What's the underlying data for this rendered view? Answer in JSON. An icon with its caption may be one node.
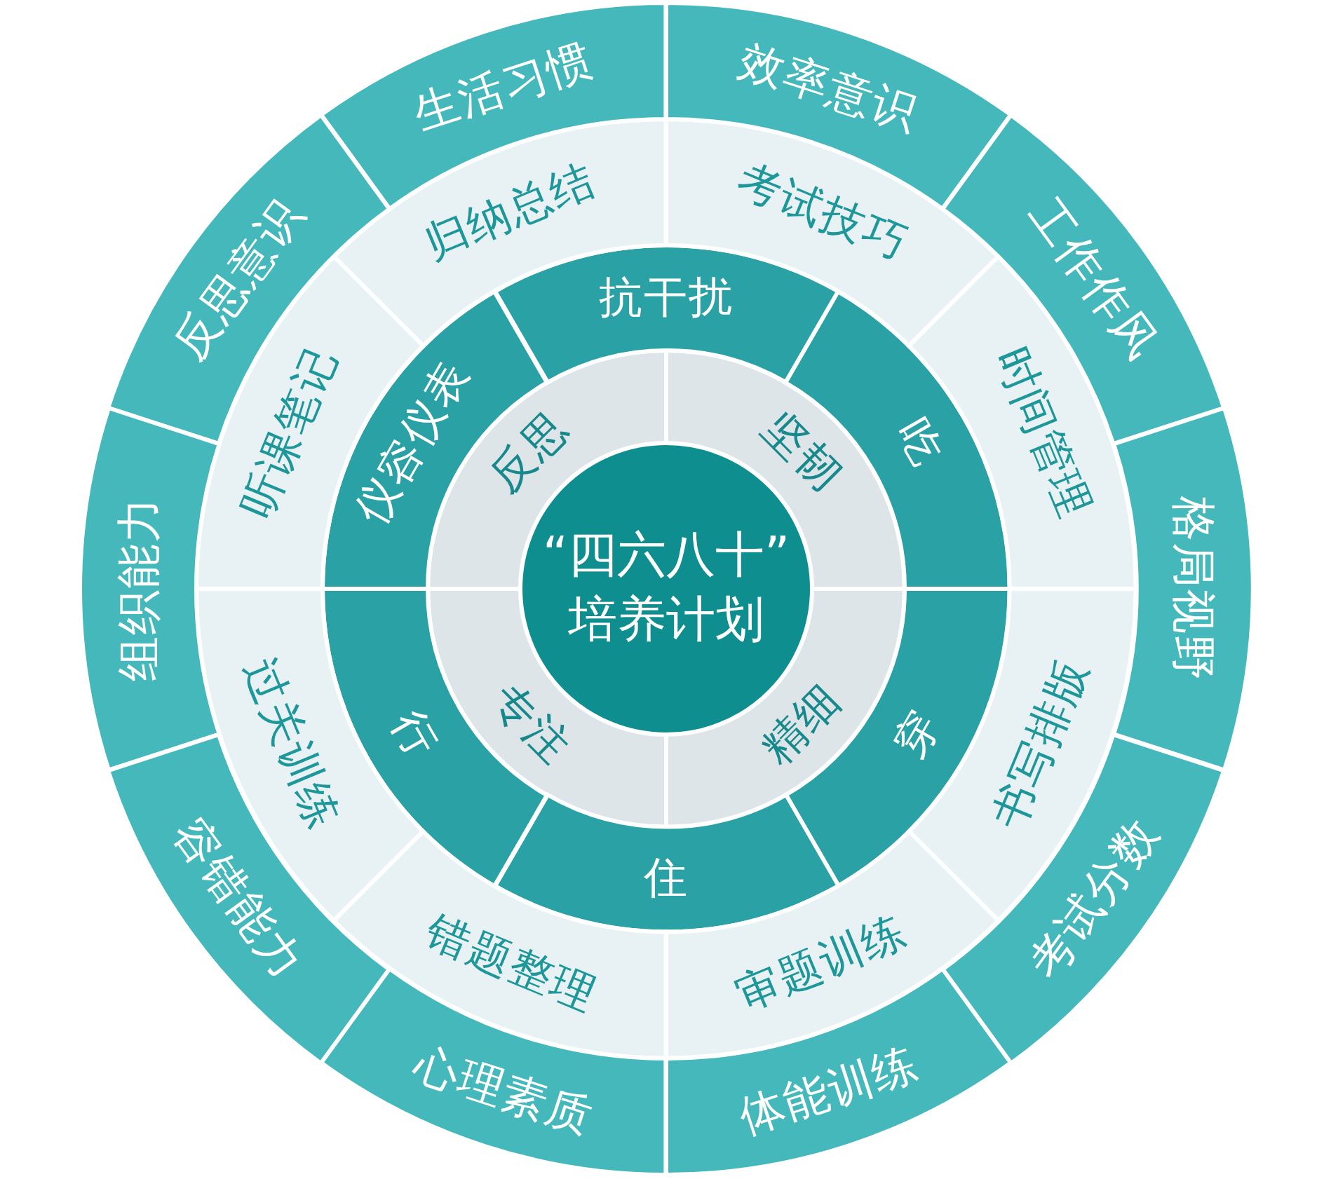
{
  "diagram": {
    "nodes": [
      {
        "text": [
          "“四六八十”培养计划"
        ]
      },
      {
        "text": [
          "反思"
        ]
      },
      {
        "text": [
          "坚韧"
        ]
      },
      {
        "text": [
          "专注"
        ]
      },
      {
        "text": [
          "精细"
        ]
      },
      {
        "text": [
          "抗干扰"
        ]
      },
      {
        "text": [
          "仪容仪表"
        ]
      },
      {
        "text": [
          "吃"
        ]
      },
      {
        "text": [
          "行"
        ]
      },
      {
        "text": [
          "穿"
        ]
      },
      {
        "text": [
          "住"
        ]
      },
      {
        "text": [
          "归纳总结"
        ]
      },
      {
        "text": [
          "考试技巧"
        ]
      },
      {
        "text": [
          "听课笔记"
        ]
      },
      {
        "text": [
          "时间管理"
        ]
      },
      {
        "text": [
          "过关训练"
        ]
      },
      {
        "text": [
          "书写排版"
        ]
      },
      {
        "text": [
          "错题整理"
        ]
      },
      {
        "text": [
          "审题训练"
        ]
      },
      {
        "text": [
          "生活习惯"
        ]
      },
      {
        "text": [
          "效率意识"
        ]
      },
      {
        "text": [
          "反思意识"
        ]
      },
      {
        "text": [
          "工作作风"
        ]
      },
      {
        "text": [
          "组织能力"
        ]
      },
      {
        "text": [
          "格局视野"
        ]
      },
      {
        "text": [
          "容错能力"
        ]
      },
      {
        "text": [
          "考试分数"
        ]
      },
      {
        "text": [
          "心理素质"
        ]
      },
      {
        "text": [
          "体能训练"
        ]
      }
    ]
  }
}
